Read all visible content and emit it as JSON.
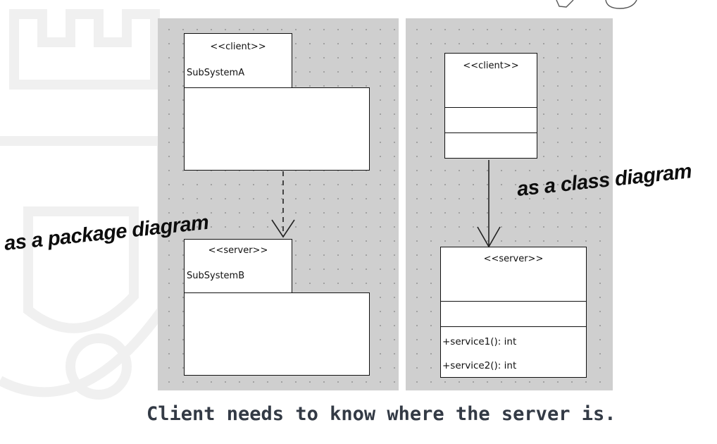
{
  "package_diagram": {
    "subsystem_a": {
      "stereotype": "<<client>>",
      "name": "SubSystemA"
    },
    "subsystem_b": {
      "stereotype": "<<server>>",
      "name": "SubSystemB"
    }
  },
  "class_diagram": {
    "client_class": {
      "stereotype": "<<client>>"
    },
    "server_class": {
      "stereotype": "<<server>>",
      "operations": [
        "+service1(): int",
        "+service2(): int"
      ]
    }
  },
  "annotations": {
    "package_label": "as a package diagram",
    "class_label": "as a class diagram"
  },
  "caption": "Client needs to know where the server is.",
  "colors": {
    "panel_bg": "#cfcfcf",
    "caption": "#333a45",
    "watermark": "#f3f3f3"
  }
}
